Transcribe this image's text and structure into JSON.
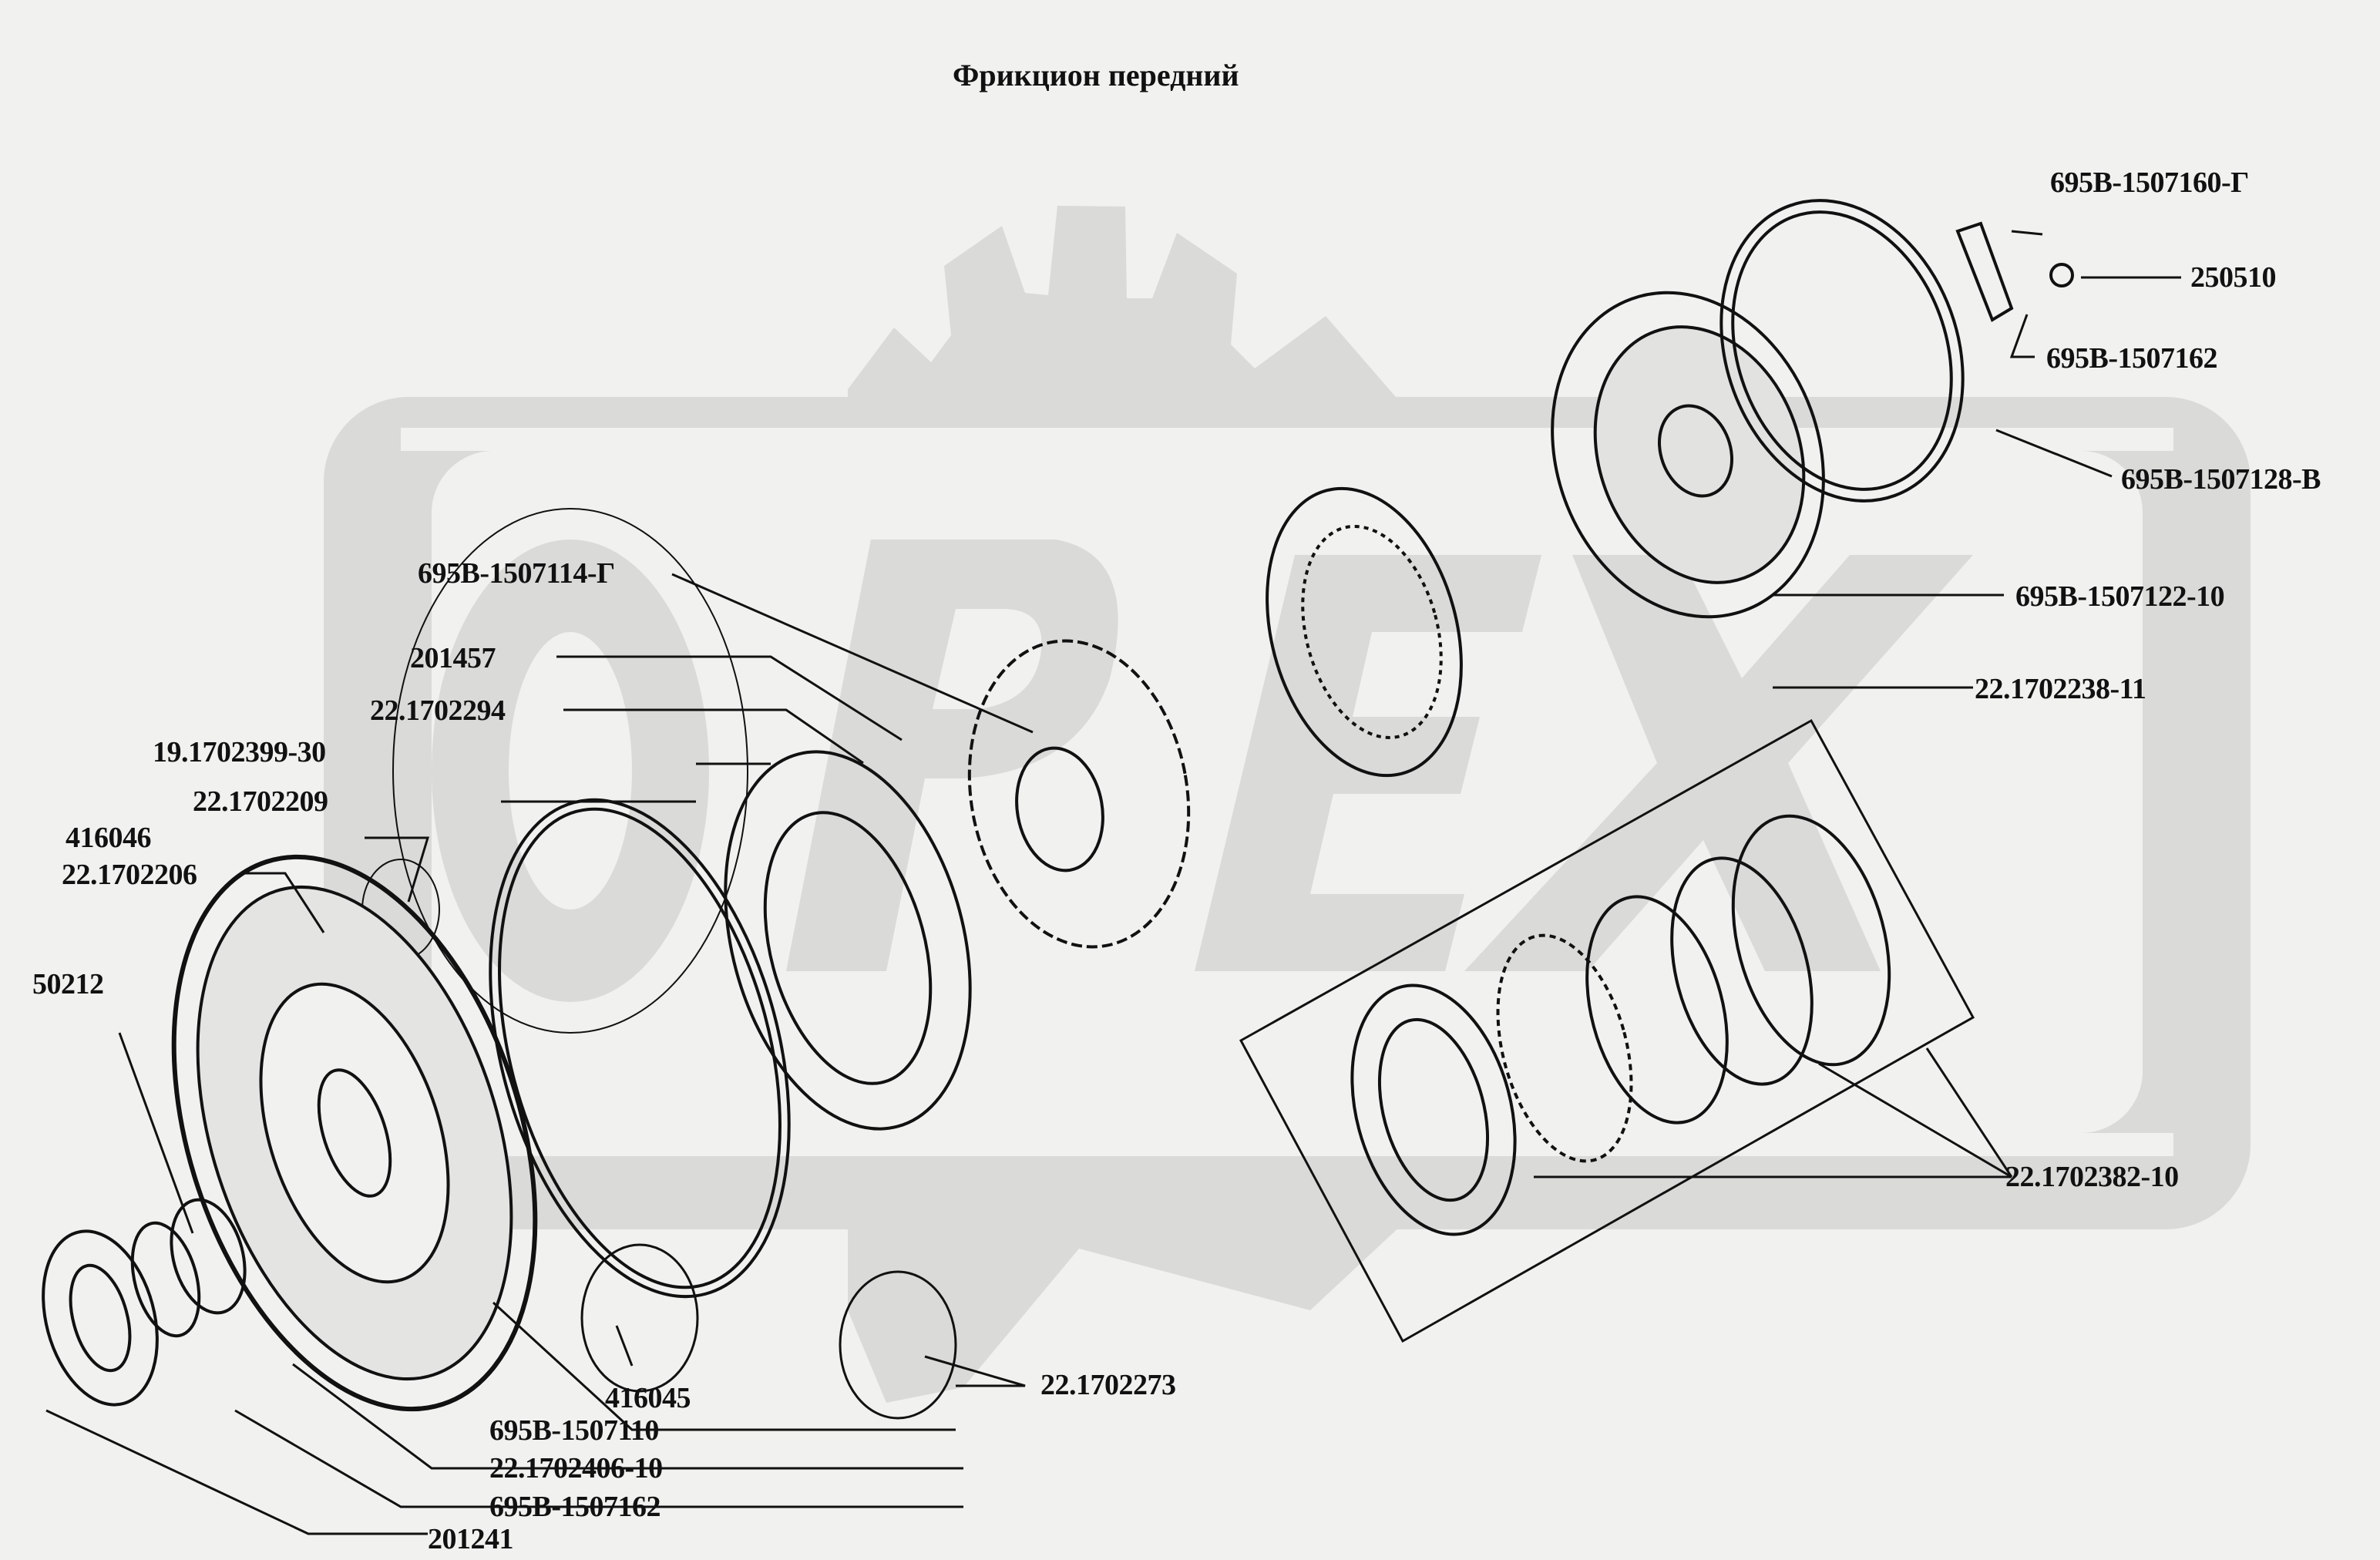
{
  "diagram": {
    "title": "Фрикцион передний",
    "watermark": "OREX",
    "colors": {
      "background": "#f1f1ef",
      "watermark": "#dadad8",
      "ink": "#111111"
    },
    "parts": [
      {
        "id": "p1",
        "number": "695В-1507160-Г"
      },
      {
        "id": "p2",
        "number": "250510"
      },
      {
        "id": "p3",
        "number": "695В-1507162"
      },
      {
        "id": "p4",
        "number": "695В-1507128-В"
      },
      {
        "id": "p5",
        "number": "695В-1507122-10"
      },
      {
        "id": "p6",
        "number": "22.1702238-11"
      },
      {
        "id": "p7",
        "number": "695В-1507114-Г"
      },
      {
        "id": "p8",
        "number": "201457"
      },
      {
        "id": "p9",
        "number": "22.1702294"
      },
      {
        "id": "p10",
        "number": "19.1702399-30"
      },
      {
        "id": "p11",
        "number": "22.1702209"
      },
      {
        "id": "p12",
        "number": "416046"
      },
      {
        "id": "p13",
        "number": "22.1702206"
      },
      {
        "id": "p14",
        "number": "50212"
      },
      {
        "id": "p15",
        "number": "22.1702382-10"
      },
      {
        "id": "p16",
        "number": "416045"
      },
      {
        "id": "p17",
        "number": "22.1702273"
      },
      {
        "id": "p18",
        "number": "695В-1507110"
      },
      {
        "id": "p19",
        "number": "22.1702406-10"
      },
      {
        "id": "p20",
        "number": "695В-1507162"
      },
      {
        "id": "p21",
        "number": "201241"
      }
    ]
  }
}
